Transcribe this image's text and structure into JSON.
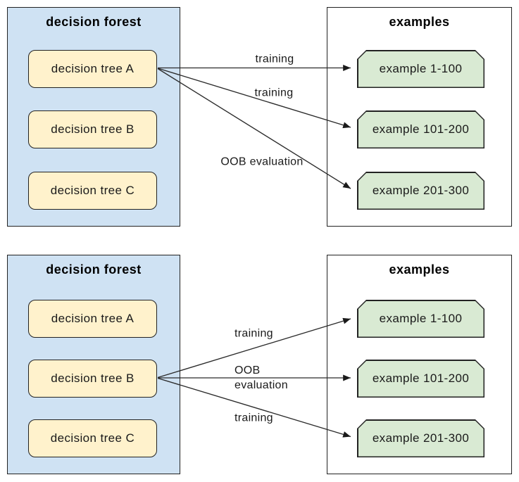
{
  "colors": {
    "forest_fill": "#cfe2f3",
    "tree_fill": "#fff2cc",
    "examples_fill": "#ffffff",
    "example_fill": "#d9ead3",
    "border": "#222222",
    "arrow": "#2b2b2b",
    "text": "#1a1a1a"
  },
  "diagrams": [
    {
      "forest": {
        "title": "decision forest",
        "trees": [
          {
            "label": "decision tree A"
          },
          {
            "label": "decision tree B"
          },
          {
            "label": "decision tree C"
          }
        ]
      },
      "examples": {
        "title": "examples",
        "items": [
          {
            "label": "example 1-100"
          },
          {
            "label": "example 101-200"
          },
          {
            "label": "example 201-300"
          }
        ]
      },
      "arrows": [
        {
          "from": "decision tree A",
          "to": "example 1-100",
          "label": "training"
        },
        {
          "from": "decision tree A",
          "to": "example 101-200",
          "label": "training"
        },
        {
          "from": "decision tree A",
          "to": "example 201-300",
          "label": "OOB evaluation"
        }
      ]
    },
    {
      "forest": {
        "title": "decision forest",
        "trees": [
          {
            "label": "decision tree A"
          },
          {
            "label": "decision tree B"
          },
          {
            "label": "decision tree C"
          }
        ]
      },
      "examples": {
        "title": "examples",
        "items": [
          {
            "label": "example 1-100"
          },
          {
            "label": "example 101-200"
          },
          {
            "label": "example 201-300"
          }
        ]
      },
      "arrows": [
        {
          "from": "decision tree B",
          "to": "example 1-100",
          "label": "training"
        },
        {
          "from": "decision tree B",
          "to": "example 101-200",
          "label": "OOB evaluation",
          "label_lines": [
            "OOB",
            "evaluation"
          ]
        },
        {
          "from": "decision tree B",
          "to": "example 201-300",
          "label": "training"
        }
      ]
    }
  ]
}
